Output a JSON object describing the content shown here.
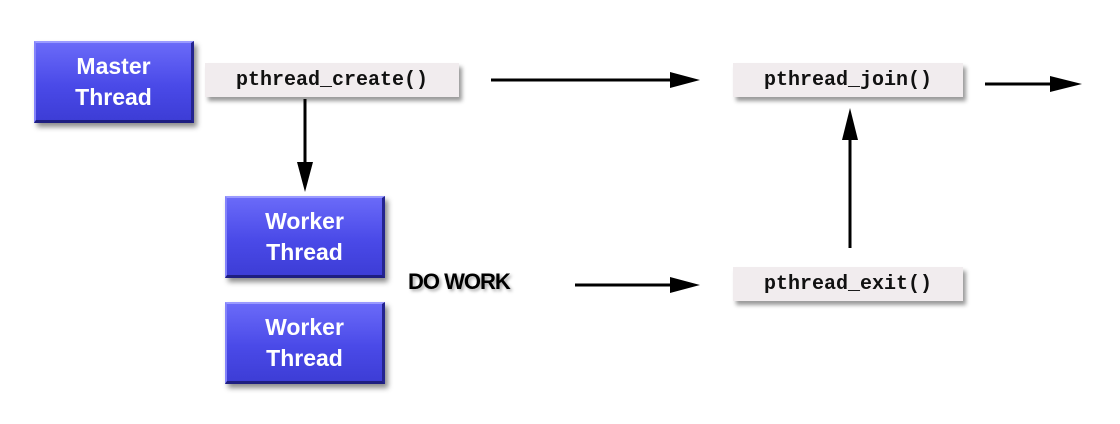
{
  "diagram": {
    "master_thread": "Master\nThread",
    "worker_threads": [
      "Worker\nThread",
      "Worker\nThread"
    ],
    "calls": {
      "create": "pthread_create()",
      "join": "pthread_join()",
      "exit": "pthread_exit()"
    },
    "do_work": "DO WORK"
  },
  "colors": {
    "thread_box": "#4a4ae8",
    "call_box": "#f1ecee",
    "arrow": "#000000"
  }
}
